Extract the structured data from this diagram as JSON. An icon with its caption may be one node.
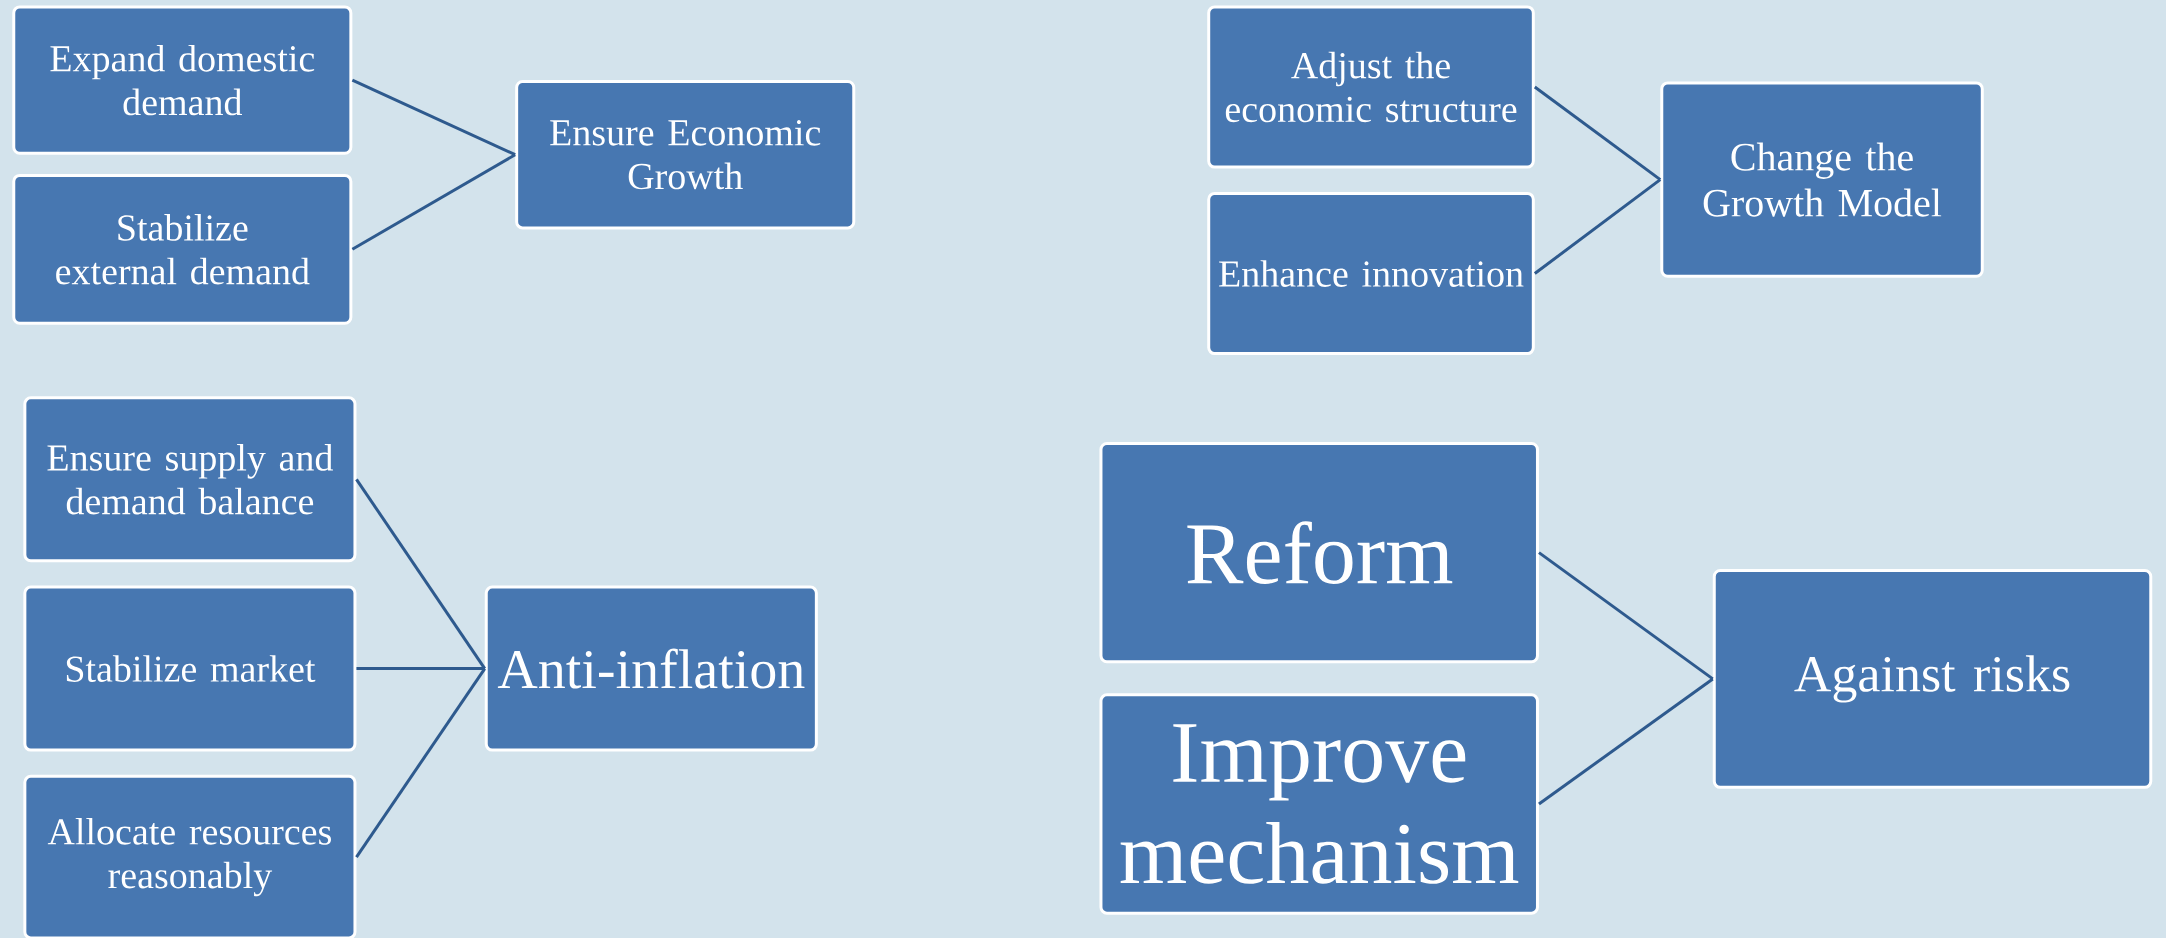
{
  "diagram": {
    "nodes": [
      {
        "text": [
          "Expand domestic demand"
        ]
      },
      {
        "text": [
          "Stabilize external demand"
        ]
      },
      {
        "text": [
          "Ensure Economic Growth"
        ]
      },
      {
        "text": [
          "Adjust the economic structure"
        ]
      },
      {
        "text": [
          "Enhance innovation"
        ]
      },
      {
        "text": [
          "Change the Growth Model"
        ]
      },
      {
        "text": [
          "Ensure supply and demand balance"
        ]
      },
      {
        "text": [
          "Stabilize market"
        ]
      },
      {
        "text": [
          "Allocate resources reasonably"
        ]
      },
      {
        "text": [
          "Anti-inflation"
        ]
      },
      {
        "text": [
          "Reform"
        ]
      },
      {
        "text": [
          "Improve mechanism"
        ]
      },
      {
        "text": [
          "Against risks"
        ]
      }
    ],
    "edges": [
      {
        "from": 0,
        "to": 2,
        "arrow": "none"
      },
      {
        "from": 1,
        "to": 2,
        "arrow": "none"
      },
      {
        "from": 3,
        "to": 5,
        "arrow": "none"
      },
      {
        "from": 4,
        "to": 5,
        "arrow": "none"
      },
      {
        "from": 6,
        "to": 9,
        "arrow": "none"
      },
      {
        "from": 7,
        "to": 9,
        "arrow": "none"
      },
      {
        "from": 8,
        "to": 9,
        "arrow": "none"
      },
      {
        "from": 10,
        "to": 12,
        "arrow": "none"
      },
      {
        "from": 11,
        "to": 12,
        "arrow": "none"
      }
    ]
  }
}
